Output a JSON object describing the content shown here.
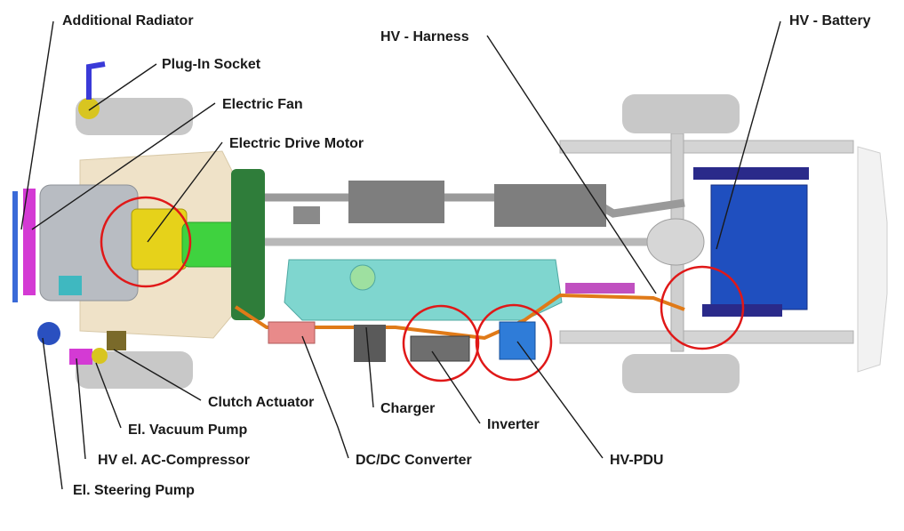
{
  "labels": {
    "additional_radiator": "Additional Radiator",
    "plug_in_socket": "Plug-In Socket",
    "electric_fan": "Electric Fan",
    "electric_drive_motor": "Electric Drive Motor",
    "hv_harness": "HV - Harness",
    "hv_battery": "HV - Battery",
    "clutch_actuator": "Clutch Actuator",
    "el_vacuum_pump": "El. Vacuum Pump",
    "hv_el_ac_compressor": "HV el. AC-Compressor",
    "el_steering_pump": "El. Steering Pump",
    "charger": "Charger",
    "inverter": "Inverter",
    "dc_dc_converter": "DC/DC Converter",
    "hv_pdu": "HV-PDU"
  },
  "colors": {
    "highlight_ring": "#e01818",
    "hv_cable": "#e07a18",
    "battery": "#1f4fbf",
    "motor": "#3fd23f",
    "fuel_tank": "#7fd6cf",
    "radiator": "#d43ad4",
    "frame": "#c8c8c8"
  }
}
